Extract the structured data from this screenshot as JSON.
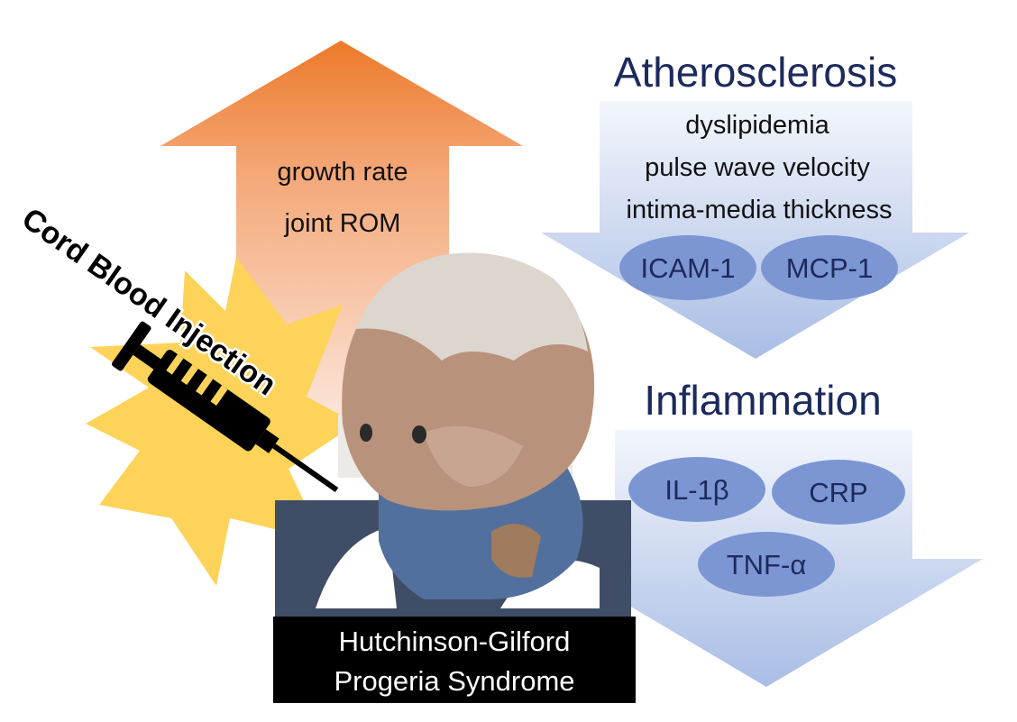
{
  "intervention": {
    "label": "Cord Blood Injection"
  },
  "increase": {
    "items": [
      "growth rate",
      "joint ROM"
    ]
  },
  "atherosclerosis": {
    "title": "Atherosclerosis",
    "metrics": [
      "dyslipidemia",
      "pulse wave velocity",
      "intima-media thickness"
    ],
    "markers": [
      "ICAM-1",
      "MCP-1"
    ]
  },
  "inflammation": {
    "title": "Inflammation",
    "markers": [
      "IL-1β",
      "CRP",
      "TNF-α"
    ]
  },
  "caption": {
    "line1": "Hutchinson-Gilford",
    "line2": "Progeria Syndrome"
  },
  "colors": {
    "up_arrow_top": "#ec7a2a",
    "up_arrow_bottom": "#f9dccb",
    "down_arrow_top": "#f2f5fb",
    "down_arrow_bottom": "#aebfe4",
    "oval_fill": "#7b96d3",
    "title_text": "#1c2a5c",
    "burst": "#fdd35a",
    "caption_bg": "#000000"
  }
}
